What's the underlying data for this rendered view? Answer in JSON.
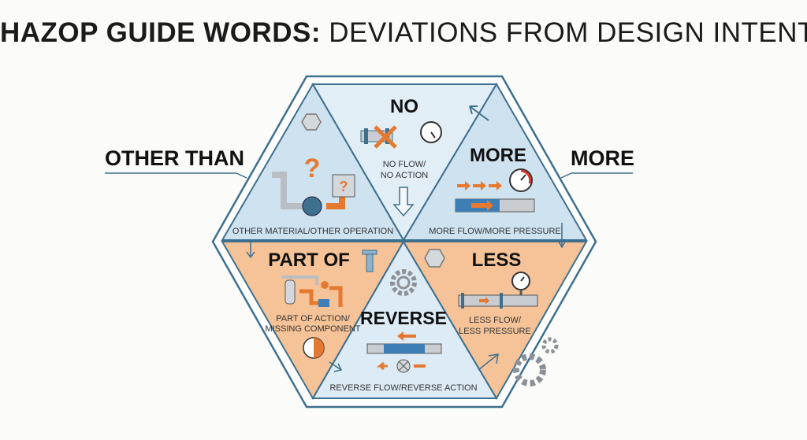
{
  "title": {
    "bold": "HAZOP GUIDE WORDS:",
    "rest": " DEVIATIONS FROM DESIGN INTENT"
  },
  "outer_labels": {
    "left": "OTHER THAN",
    "right": "MORE"
  },
  "segments": {
    "other_than": {
      "caption": "OTHER MATERIAL/OTHER OPERATION"
    },
    "no": {
      "heading": "NO",
      "caption_1": "NO FLOW/",
      "caption_2": "NO ACTION"
    },
    "more": {
      "heading": "MORE",
      "caption": "MORE FLOW/MORE PRESSURE"
    },
    "part_of": {
      "heading": "PART OF",
      "caption_1": "PART OF ACTION/",
      "caption_2": "MISSING COMPONENT"
    },
    "reverse": {
      "heading": "REVERSE",
      "caption": "REVERSE FLOW/REVERSE ACTION"
    },
    "less": {
      "heading": "LESS",
      "caption_1": "LESS FLOW/",
      "caption_2": "LESS PRESSURE"
    }
  },
  "colors": {
    "blue": "#cfe2ef",
    "light_blue": "#e2eef6",
    "orange": "#f5c397",
    "accent": "#e5792f",
    "stroke": "#3d6f8e"
  }
}
